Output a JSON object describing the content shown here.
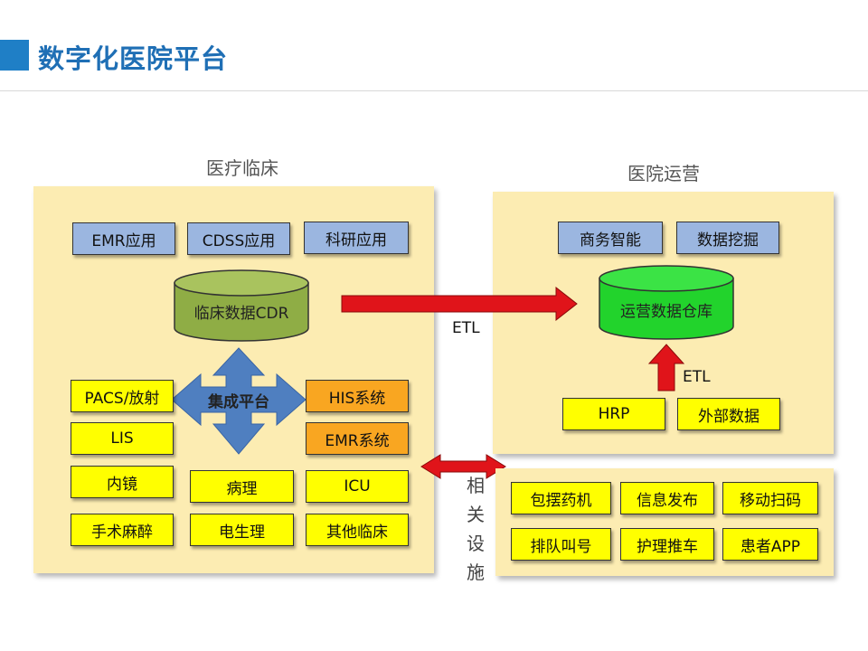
{
  "header": {
    "title": "数字化医院平台"
  },
  "clinical": {
    "label": "医疗临床",
    "apps": [
      "EMR应用",
      "CDSS应用",
      "科研应用"
    ],
    "cdr": "临床数据CDR",
    "hub": "集成平台",
    "left_systems": [
      "PACS/放射",
      "LIS",
      "内镜"
    ],
    "right_systems": [
      "HIS系统",
      "EMR系统"
    ],
    "bottom_systems": [
      "病理",
      "ICU",
      "手术麻醉",
      "电生理",
      "其他临床"
    ]
  },
  "operations": {
    "label": "医院运营",
    "apps": [
      "商务智能",
      "数据挖掘"
    ],
    "warehouse": "运营数据仓库",
    "etl": "ETL",
    "sources": [
      "HRP",
      "外部数据"
    ]
  },
  "flow": {
    "etl": "ETL"
  },
  "facilities": {
    "label_chars": [
      "相",
      "关",
      "设",
      "施"
    ],
    "items": [
      "包摆药机",
      "信息发布",
      "移动扫码",
      "排队叫号",
      "护理推车",
      "患者APP"
    ]
  },
  "colors": {
    "title": "#1f6fb5",
    "panel": "#fcecb2",
    "app_box": "#9bb6e0",
    "system_box": "#ffff00",
    "core_system_box": "#f9a621",
    "cdr_cylinder": "#8fad45",
    "warehouse_cylinder": "#22d32c",
    "hub_arrow": "#4f7fc0",
    "flow_arrow": "#e0141a"
  }
}
